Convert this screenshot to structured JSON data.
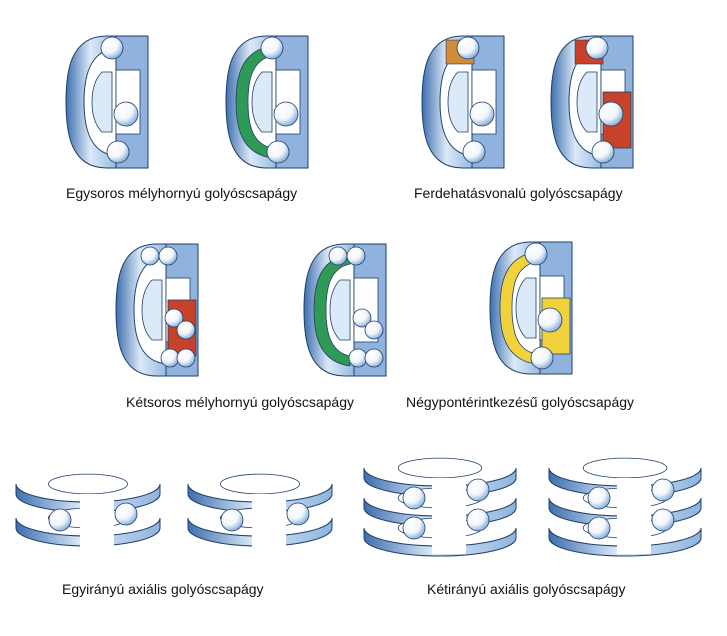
{
  "palette": {
    "steel_light": "#dbe9f8",
    "steel": "#8fb3dd",
    "steel_dark": "#3e6fae",
    "outline": "#1f3f6a",
    "ball": "#f2f6fb",
    "green_seal": "#2e9a55",
    "red_cage": "#c8412a",
    "yellow_cage": "#f1d23a",
    "brass": "#d08c3a"
  },
  "captions": {
    "single_row_deep_groove": "Egysoros mélyhornyú golyóscsapágy",
    "angular_contact": "Ferdehatásvonalú golyóscsapágy",
    "double_row_deep_groove": "Kétsoros mélyhornyú golyóscsapágy",
    "four_point_contact": "Négypontérintkezésű golyóscsapágy",
    "single_direction_thrust": "Egyirányú axiális golyóscsapágy",
    "double_direction_thrust": "Kétirányú axiális golyóscsapágy"
  }
}
